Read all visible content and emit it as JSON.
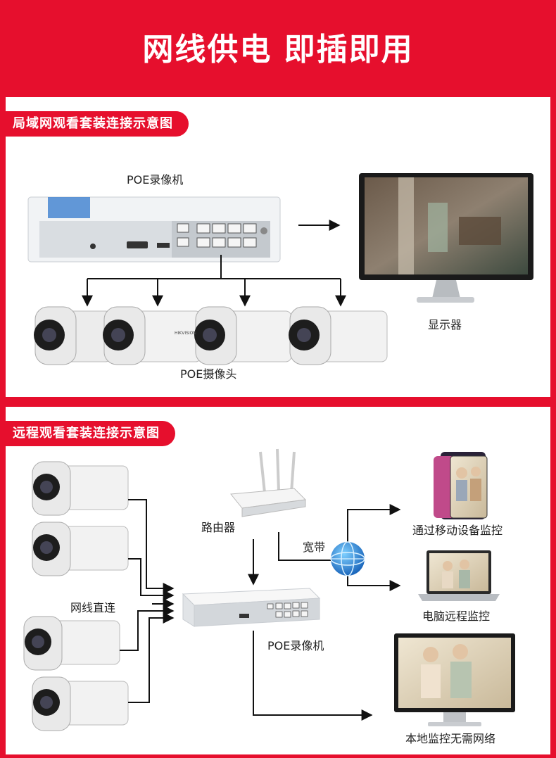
{
  "header": {
    "title": "网线供电 即插即用"
  },
  "lan": {
    "tag": "局域网观看套装连接示意图",
    "nvr_label": "POE录像机",
    "monitor_label": "显示器",
    "cameras_label": "POE摄像头"
  },
  "remote": {
    "tag": "远程观看套装连接示意图",
    "router_label": "路由器",
    "broadband_label": "宽带",
    "direct_label": "网线直连",
    "nvr_label": "POE录像机",
    "mobile_label": "通过移动设备监控",
    "pc_label": "电脑远程监控",
    "local_label": "本地监控无需网络"
  },
  "brand": {
    "logo": "HIKVISION"
  },
  "colors": {
    "accent": "#e60f2d",
    "line": "#111111"
  }
}
